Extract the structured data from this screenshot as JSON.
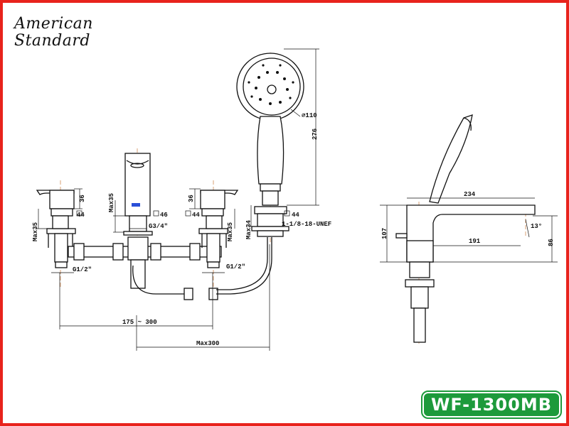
{
  "brand": {
    "line1": "American",
    "line2": "Standard"
  },
  "model": "WF-1300MB",
  "colors": {
    "border": "#e8231c",
    "badge": "#1d9a3b"
  },
  "front_view": {
    "handle_left": {
      "height": "36",
      "square": "44",
      "max_depth": "Max35",
      "thread": "G1/2\""
    },
    "spout": {
      "max_depth": "Max35",
      "square": "46",
      "thread": "G3/4\""
    },
    "handle_right": {
      "height": "36",
      "square": "44",
      "max_depth": "Max35",
      "thread": "G1/2\""
    },
    "hand_shower": {
      "diameter": "∅110",
      "height": "276",
      "square": "44",
      "thread": "1-1/8-18-UNEF",
      "max_depth": "Max34"
    },
    "spacing": "175 ~ 300",
    "max_hose": "Max300"
  },
  "side_view": {
    "length": "234",
    "height": "107",
    "reach": "191",
    "spout_height": "86",
    "angle": "13°"
  }
}
